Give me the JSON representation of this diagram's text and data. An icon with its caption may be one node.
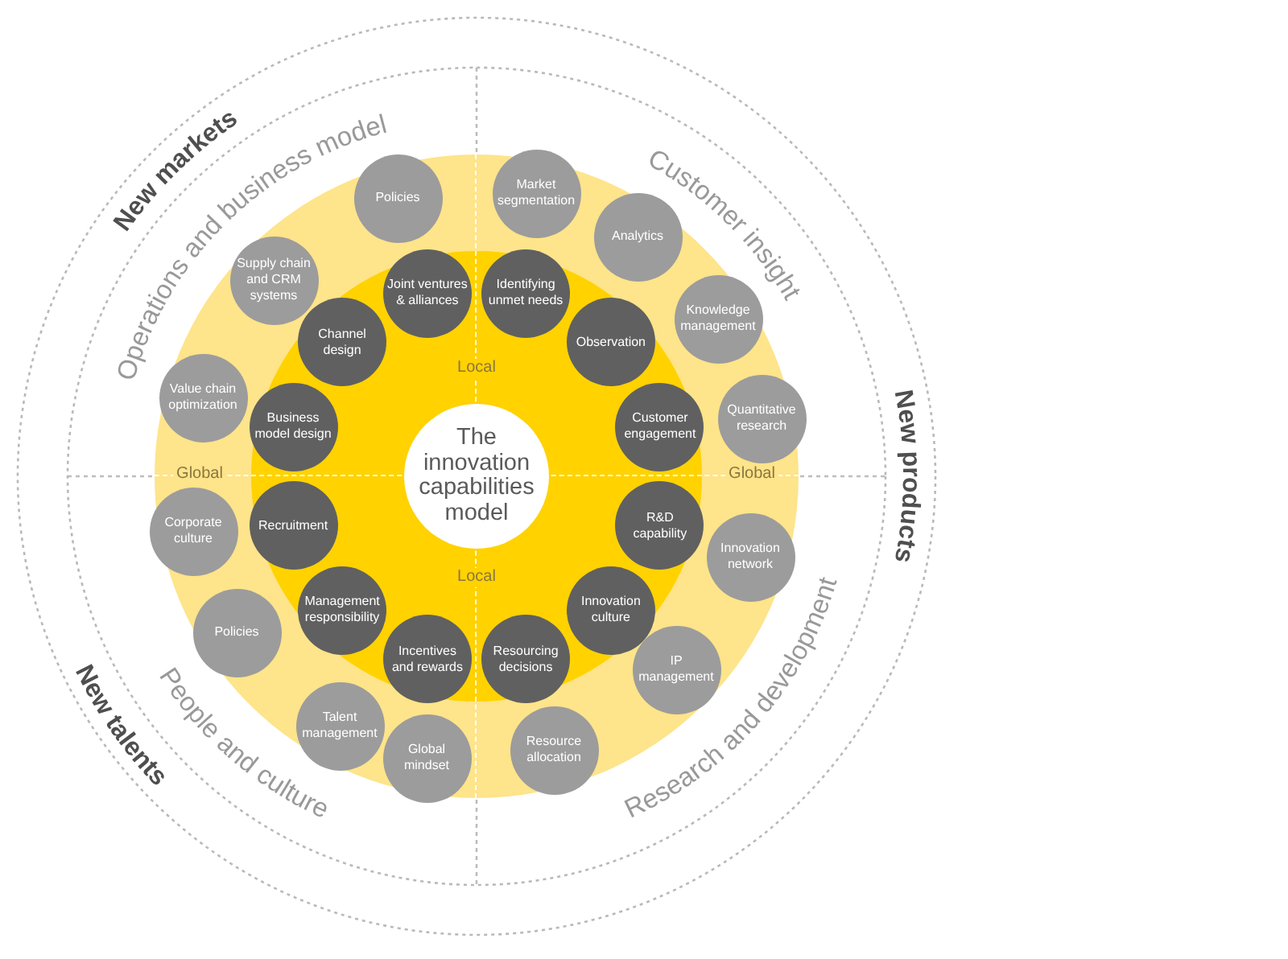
{
  "diagram": {
    "nodes": [
      {
        "text": [
          "Global",
          "Global"
        ]
      },
      {
        "text": [
          "Local",
          "Local"
        ],
        "in": 0
      },
      {
        "text": [
          "The innovation capabilities model"
        ],
        "in": 1
      },
      {
        "text": [
          "Joint ventures & alliances"
        ],
        "in": 1
      },
      {
        "text": [
          "Identifying unmet needs"
        ],
        "in": 1
      },
      {
        "text": [
          "Observation"
        ],
        "in": 1
      },
      {
        "text": [
          "Customer engagement"
        ],
        "in": 1
      },
      {
        "text": [
          "R&D capability"
        ],
        "in": 1
      },
      {
        "text": [
          "Innovation culture"
        ],
        "in": 1
      },
      {
        "text": [
          "Resourcing decisions"
        ],
        "in": 1
      },
      {
        "text": [
          "Incentives and rewards"
        ],
        "in": 1
      },
      {
        "text": [
          "Management responsibility"
        ],
        "in": 1
      },
      {
        "text": [
          "Recruitment"
        ],
        "in": 1
      },
      {
        "text": [
          "Business model design"
        ],
        "in": 1
      },
      {
        "text": [
          "Channel design"
        ],
        "in": 1
      },
      {
        "text": [
          "Policies"
        ],
        "in": 0
      },
      {
        "text": [
          "Market segmentation"
        ],
        "in": 0
      },
      {
        "text": [
          "Analytics"
        ],
        "in": 0
      },
      {
        "text": [
          "Knowledge management"
        ],
        "in": 0
      },
      {
        "text": [
          "Quantitative research"
        ],
        "in": 0
      },
      {
        "text": [
          "Innovation network"
        ],
        "in": 0
      },
      {
        "text": [
          "IP management"
        ],
        "in": 0
      },
      {
        "text": [
          "Resource allocation"
        ],
        "in": 0
      },
      {
        "text": [
          "Global mindset"
        ],
        "in": 0
      },
      {
        "text": [
          "Talent management"
        ],
        "in": 0
      },
      {
        "text": [
          "Policies"
        ],
        "in": 0
      },
      {
        "text": [
          "Corporate culture"
        ],
        "in": 0
      },
      {
        "text": [
          "Value chain optimization"
        ],
        "in": 0
      },
      {
        "text": [
          "Supply chain and CRM systems"
        ],
        "in": 0
      }
    ],
    "labels": [
      "New markets",
      "Operations and business model",
      "Customer insight",
      "New products",
      "People and culture",
      "Research and development",
      "New talents"
    ]
  }
}
